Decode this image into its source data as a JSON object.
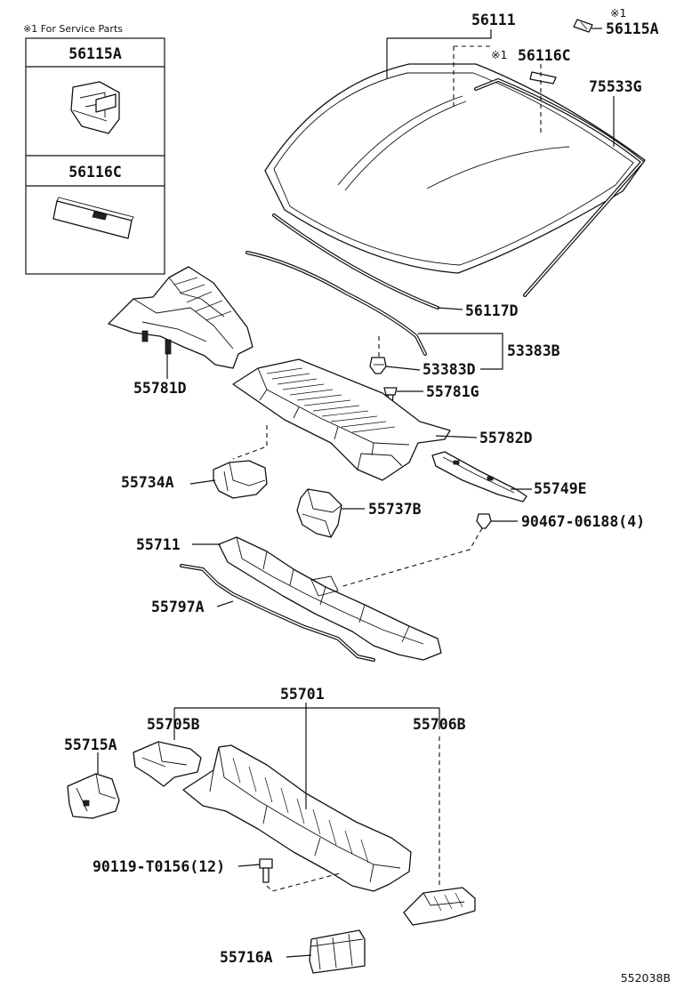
{
  "inset": {
    "header": "※1 For Service Parts",
    "items": [
      {
        "label": "56115A"
      },
      {
        "label": "56116C"
      }
    ]
  },
  "callouts": {
    "56111": "56111",
    "mark_56115A": "※1",
    "56115A": "56115A",
    "mark_56116C": "※1",
    "56116C": "56116C",
    "75533G": "75533G",
    "56117D": "56117D",
    "53383B": "53383B",
    "53383D": "53383D",
    "55781D": "55781D",
    "55781G": "55781G",
    "55782D": "55782D",
    "55734A": "55734A",
    "55749E": "55749E",
    "55737B": "55737B",
    "90467": "90467-06188(4)",
    "55711": "55711",
    "55797A": "55797A",
    "55701": "55701",
    "55705B": "55705B",
    "55706B": "55706B",
    "55715A": "55715A",
    "90119": "90119-T0156(12)",
    "55716A": "55716A"
  },
  "diagram_code": "552038B"
}
